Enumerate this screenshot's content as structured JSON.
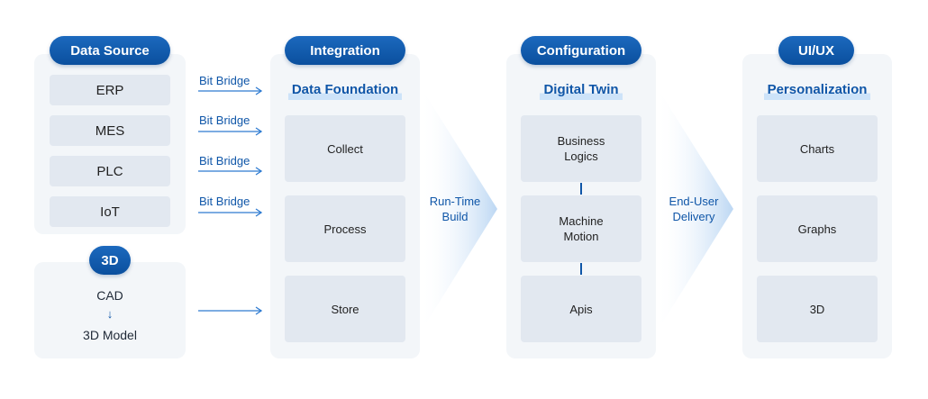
{
  "data_source": {
    "title": "Data Source",
    "items": [
      "ERP",
      "MES",
      "PLC",
      "IoT"
    ]
  },
  "three_d": {
    "title": "3D",
    "from": "CAD",
    "arrow": "↓",
    "to": "3D Model"
  },
  "bridges": [
    "Bit Bridge",
    "Bit Bridge",
    "Bit Bridge",
    "Bit Bridge"
  ],
  "integration": {
    "title": "Integration",
    "subtitle": "Data Foundation",
    "items": [
      "Collect",
      "Process",
      "Store"
    ]
  },
  "runtime": {
    "line1": "Run-Time",
    "line2": "Build"
  },
  "configuration": {
    "title": "Configuration",
    "subtitle": "Digital Twin",
    "items": [
      {
        "line1": "Business",
        "line2": "Logics"
      },
      {
        "line1": "Machine",
        "line2": "Motion"
      },
      {
        "line1": "Apis",
        "line2": ""
      }
    ]
  },
  "delivery": {
    "line1": "End-User",
    "line2": "Delivery"
  },
  "uiux": {
    "title": "UI/UX",
    "subtitle": "Personalization",
    "items": [
      "Charts",
      "Graphs",
      "3D"
    ]
  },
  "colors": {
    "accent": "#0f56a8",
    "pill": "#0a4f9e",
    "panel": "#f3f6f9",
    "box": "#e2e8f0",
    "flow_gradient": "#bcd7f3"
  }
}
